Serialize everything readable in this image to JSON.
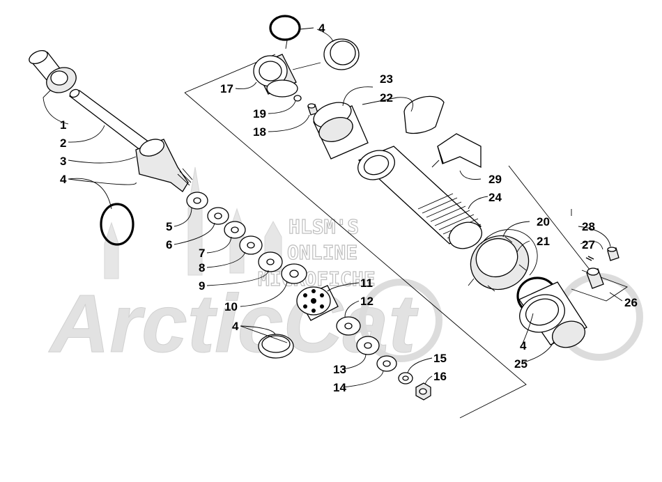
{
  "watermark": {
    "brand": "Arctic Cat",
    "overlay_lines": [
      "HLSM'S",
      "ONLINE",
      "MICROFICHE"
    ]
  },
  "callouts": {
    "c1": "1",
    "c2": "2",
    "c3": "3",
    "c4a": "4",
    "c4b": "4",
    "c4c": "4",
    "c4d": "4",
    "c5": "5",
    "c6": "6",
    "c7": "7",
    "c8": "8",
    "c9": "9",
    "c10": "10",
    "c11": "11",
    "c12": "12",
    "c13": "13",
    "c14": "14",
    "c15": "15",
    "c16": "16",
    "c17": "17",
    "c18": "18",
    "c19": "19",
    "c20": "20",
    "c21": "21",
    "c22": "22",
    "c23": "23",
    "c24": "24",
    "c25": "25",
    "c26": "26",
    "c27": "27",
    "c28": "28",
    "c29": "29"
  }
}
